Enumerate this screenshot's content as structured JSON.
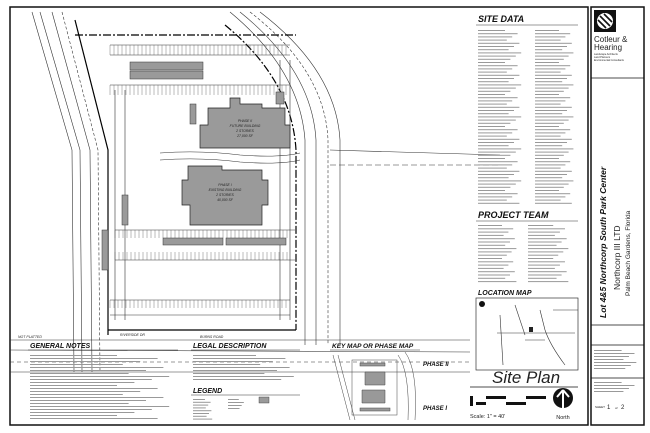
{
  "sheet": {
    "site_data_title": "SITE DATA",
    "project_team_title": "PROJECT TEAM",
    "location_map_title": "LOCATION MAP",
    "key_map_title": "KEY MAP OR PHASE MAP",
    "phase_labels": [
      "PHASE II",
      "PHASE I"
    ],
    "drawing_title": "Site Plan",
    "scale": "Scale: 1\" = 40'",
    "north_label": "North",
    "general_notes_title": "GENERAL NOTES",
    "legal_description_title": "LEGAL DESCRIPTION",
    "legend_title": "LEGEND",
    "not_platted": "NOT PLATTED",
    "riverside_dr": "RIVERSIDE DR",
    "burns_road": "BURNS ROAD",
    "buildings": [
      {
        "lines": [
          "PHASE II",
          "FUTURE BUILDING",
          "2 STORIES",
          "27,000 SF"
        ]
      },
      {
        "lines": [
          "PHASE I",
          "EXISTING BUILDING",
          "2 STORIES",
          "40,000 SF"
        ]
      }
    ]
  },
  "title_block": {
    "firm_name_1": "Cotleur &",
    "firm_name_2": "Hearing",
    "firm_services": [
      "Landscape Architects",
      "Land Planners",
      "Environmental Consultants"
    ],
    "project_name": "Lot 4&5 Northcorp South Park Center",
    "client": "Northcorp III LTD",
    "location": "Palm Beach Gardens, Florida",
    "sheet_label": "SHEET",
    "sheet_number": "1",
    "sheet_of": "of",
    "sheet_total": "2"
  },
  "colors": {
    "building_fill": "#9a9a9a",
    "line": "#111111"
  }
}
